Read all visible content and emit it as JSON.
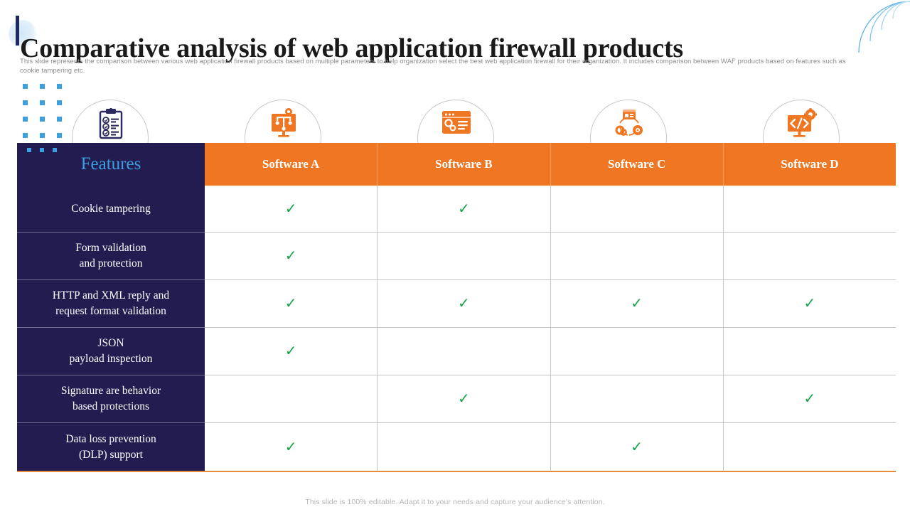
{
  "header": {
    "title": "Comparative analysis of web application firewall products",
    "subtitle": "This slide represents the comparison between various web application firewall products based on multiple parameters to help organization select the best web application firewall for their organization. It includes comparison between WAF  products based on features such as cookie tampering etc."
  },
  "medallions": [
    {
      "icon": "clipboard-checklist-icon",
      "color": "#2a2a5e"
    },
    {
      "icon": "monitor-network-icon",
      "color": "#ef7622"
    },
    {
      "icon": "browser-settings-icon",
      "color": "#ef7622"
    },
    {
      "icon": "process-cycle-icon",
      "color": "#ef7622"
    },
    {
      "icon": "code-monitor-gear-icon",
      "color": "#ef7622"
    }
  ],
  "colors": {
    "navy": "#221c51",
    "orange": "#ef7622",
    "accent_blue": "#3d9ee0",
    "check_green": "#16a34a",
    "grid_line": "#c6c6c6"
  },
  "chart_data": {
    "type": "table",
    "title": "Comparative analysis of web application firewall products",
    "columns": [
      "Features",
      "Software A",
      "Software B",
      "Software C",
      "Software D"
    ],
    "rows": [
      {
        "feature": "Cookie tampering",
        "values": [
          "✓",
          "✓",
          "",
          ""
        ]
      },
      {
        "feature": "Form validation\nand protection",
        "values": [
          "✓",
          "",
          "",
          ""
        ]
      },
      {
        "feature": "HTTP and XML reply and\nrequest format validation",
        "values": [
          "✓",
          "✓",
          "✓",
          "✓"
        ]
      },
      {
        "feature": "JSON\npayload inspection",
        "values": [
          "✓",
          "",
          "",
          ""
        ]
      },
      {
        "feature": "Signature are behavior\nbased protections",
        "values": [
          "",
          "✓",
          "",
          "✓"
        ]
      },
      {
        "feature": "Data loss prevention\n(DLP) support",
        "values": [
          "✓",
          "",
          "✓",
          ""
        ]
      }
    ]
  },
  "table": {
    "features_header": "Features",
    "columns": [
      "Software A",
      "Software B",
      "Software C",
      "Software D"
    ],
    "rows": [
      {
        "line1": "Cookie tampering",
        "line2": "",
        "marks": [
          true,
          true,
          false,
          false
        ]
      },
      {
        "line1": "Form validation",
        "line2": "and protection",
        "marks": [
          true,
          false,
          false,
          false
        ]
      },
      {
        "line1": "HTTP and XML reply and",
        "line2": "request format validation",
        "marks": [
          true,
          true,
          true,
          true
        ]
      },
      {
        "line1": "JSON",
        "line2": "payload inspection",
        "marks": [
          true,
          false,
          false,
          false
        ]
      },
      {
        "line1": "Signature are behavior",
        "line2": "based protections",
        "marks": [
          false,
          true,
          false,
          true
        ]
      },
      {
        "line1": "Data loss prevention",
        "line2": "(DLP) support",
        "marks": [
          true,
          false,
          true,
          false
        ]
      }
    ],
    "check_glyph": "✓"
  },
  "footer": {
    "note": "This slide is 100% editable. Adapt it to your needs and capture your audience's attention."
  }
}
